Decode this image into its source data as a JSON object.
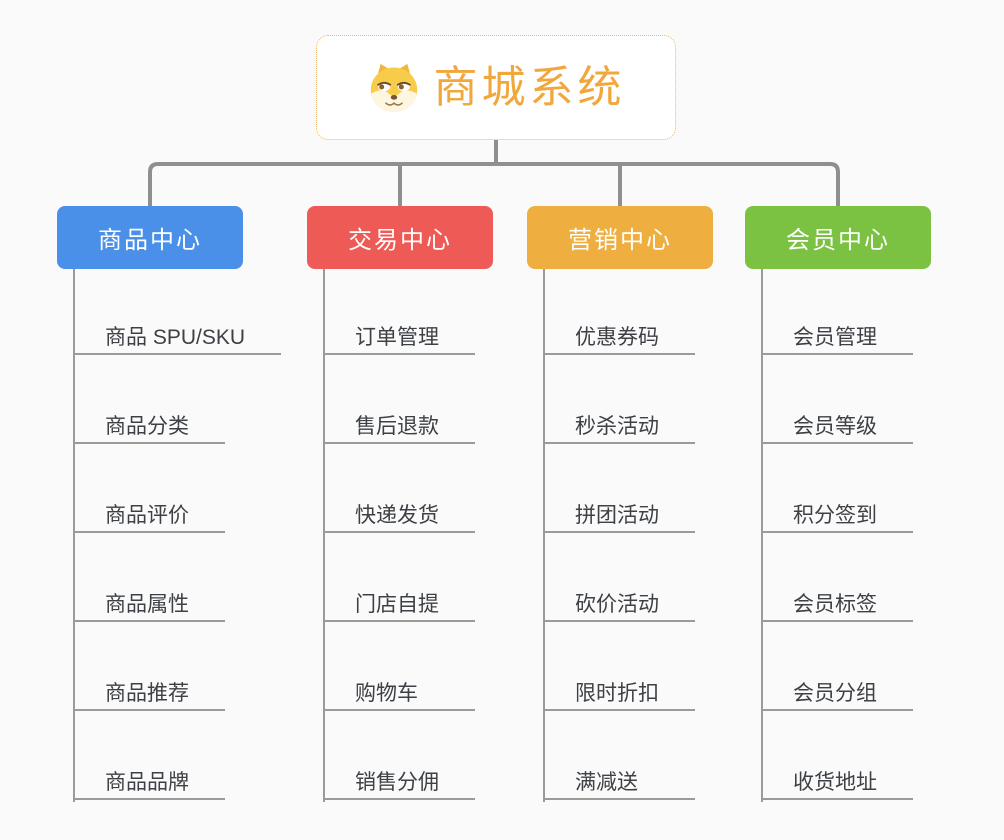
{
  "page": {
    "background": "#FAFAFA"
  },
  "root": {
    "title": "商城系统",
    "icon": "shiba-dog-icon",
    "text_color": "#F0A73C",
    "border_color": "#F2B65A"
  },
  "lines": {
    "connector_color": "#8F8F8F",
    "branch_line_color": "#9A9A9A"
  },
  "leaf_text_color": "#3D4045",
  "branches": [
    {
      "label": "商品中心",
      "color": "#4A90E8",
      "children": [
        "商品 SPU/SKU",
        "商品分类",
        "商品评价",
        "商品属性",
        "商品推荐",
        "商品品牌"
      ]
    },
    {
      "label": "交易中心",
      "color": "#EE5A55",
      "children": [
        "订单管理",
        "售后退款",
        "快递发货",
        "门店自提",
        "购物车",
        "销售分佣"
      ]
    },
    {
      "label": "营销中心",
      "color": "#EEAE40",
      "children": [
        "优惠券码",
        "秒杀活动",
        "拼团活动",
        "砍价活动",
        "限时折扣",
        "满减送"
      ]
    },
    {
      "label": "会员中心",
      "color": "#7BC243",
      "children": [
        "会员管理",
        "会员等级",
        "积分签到",
        "会员标签",
        "会员分组",
        "收货地址"
      ]
    }
  ]
}
